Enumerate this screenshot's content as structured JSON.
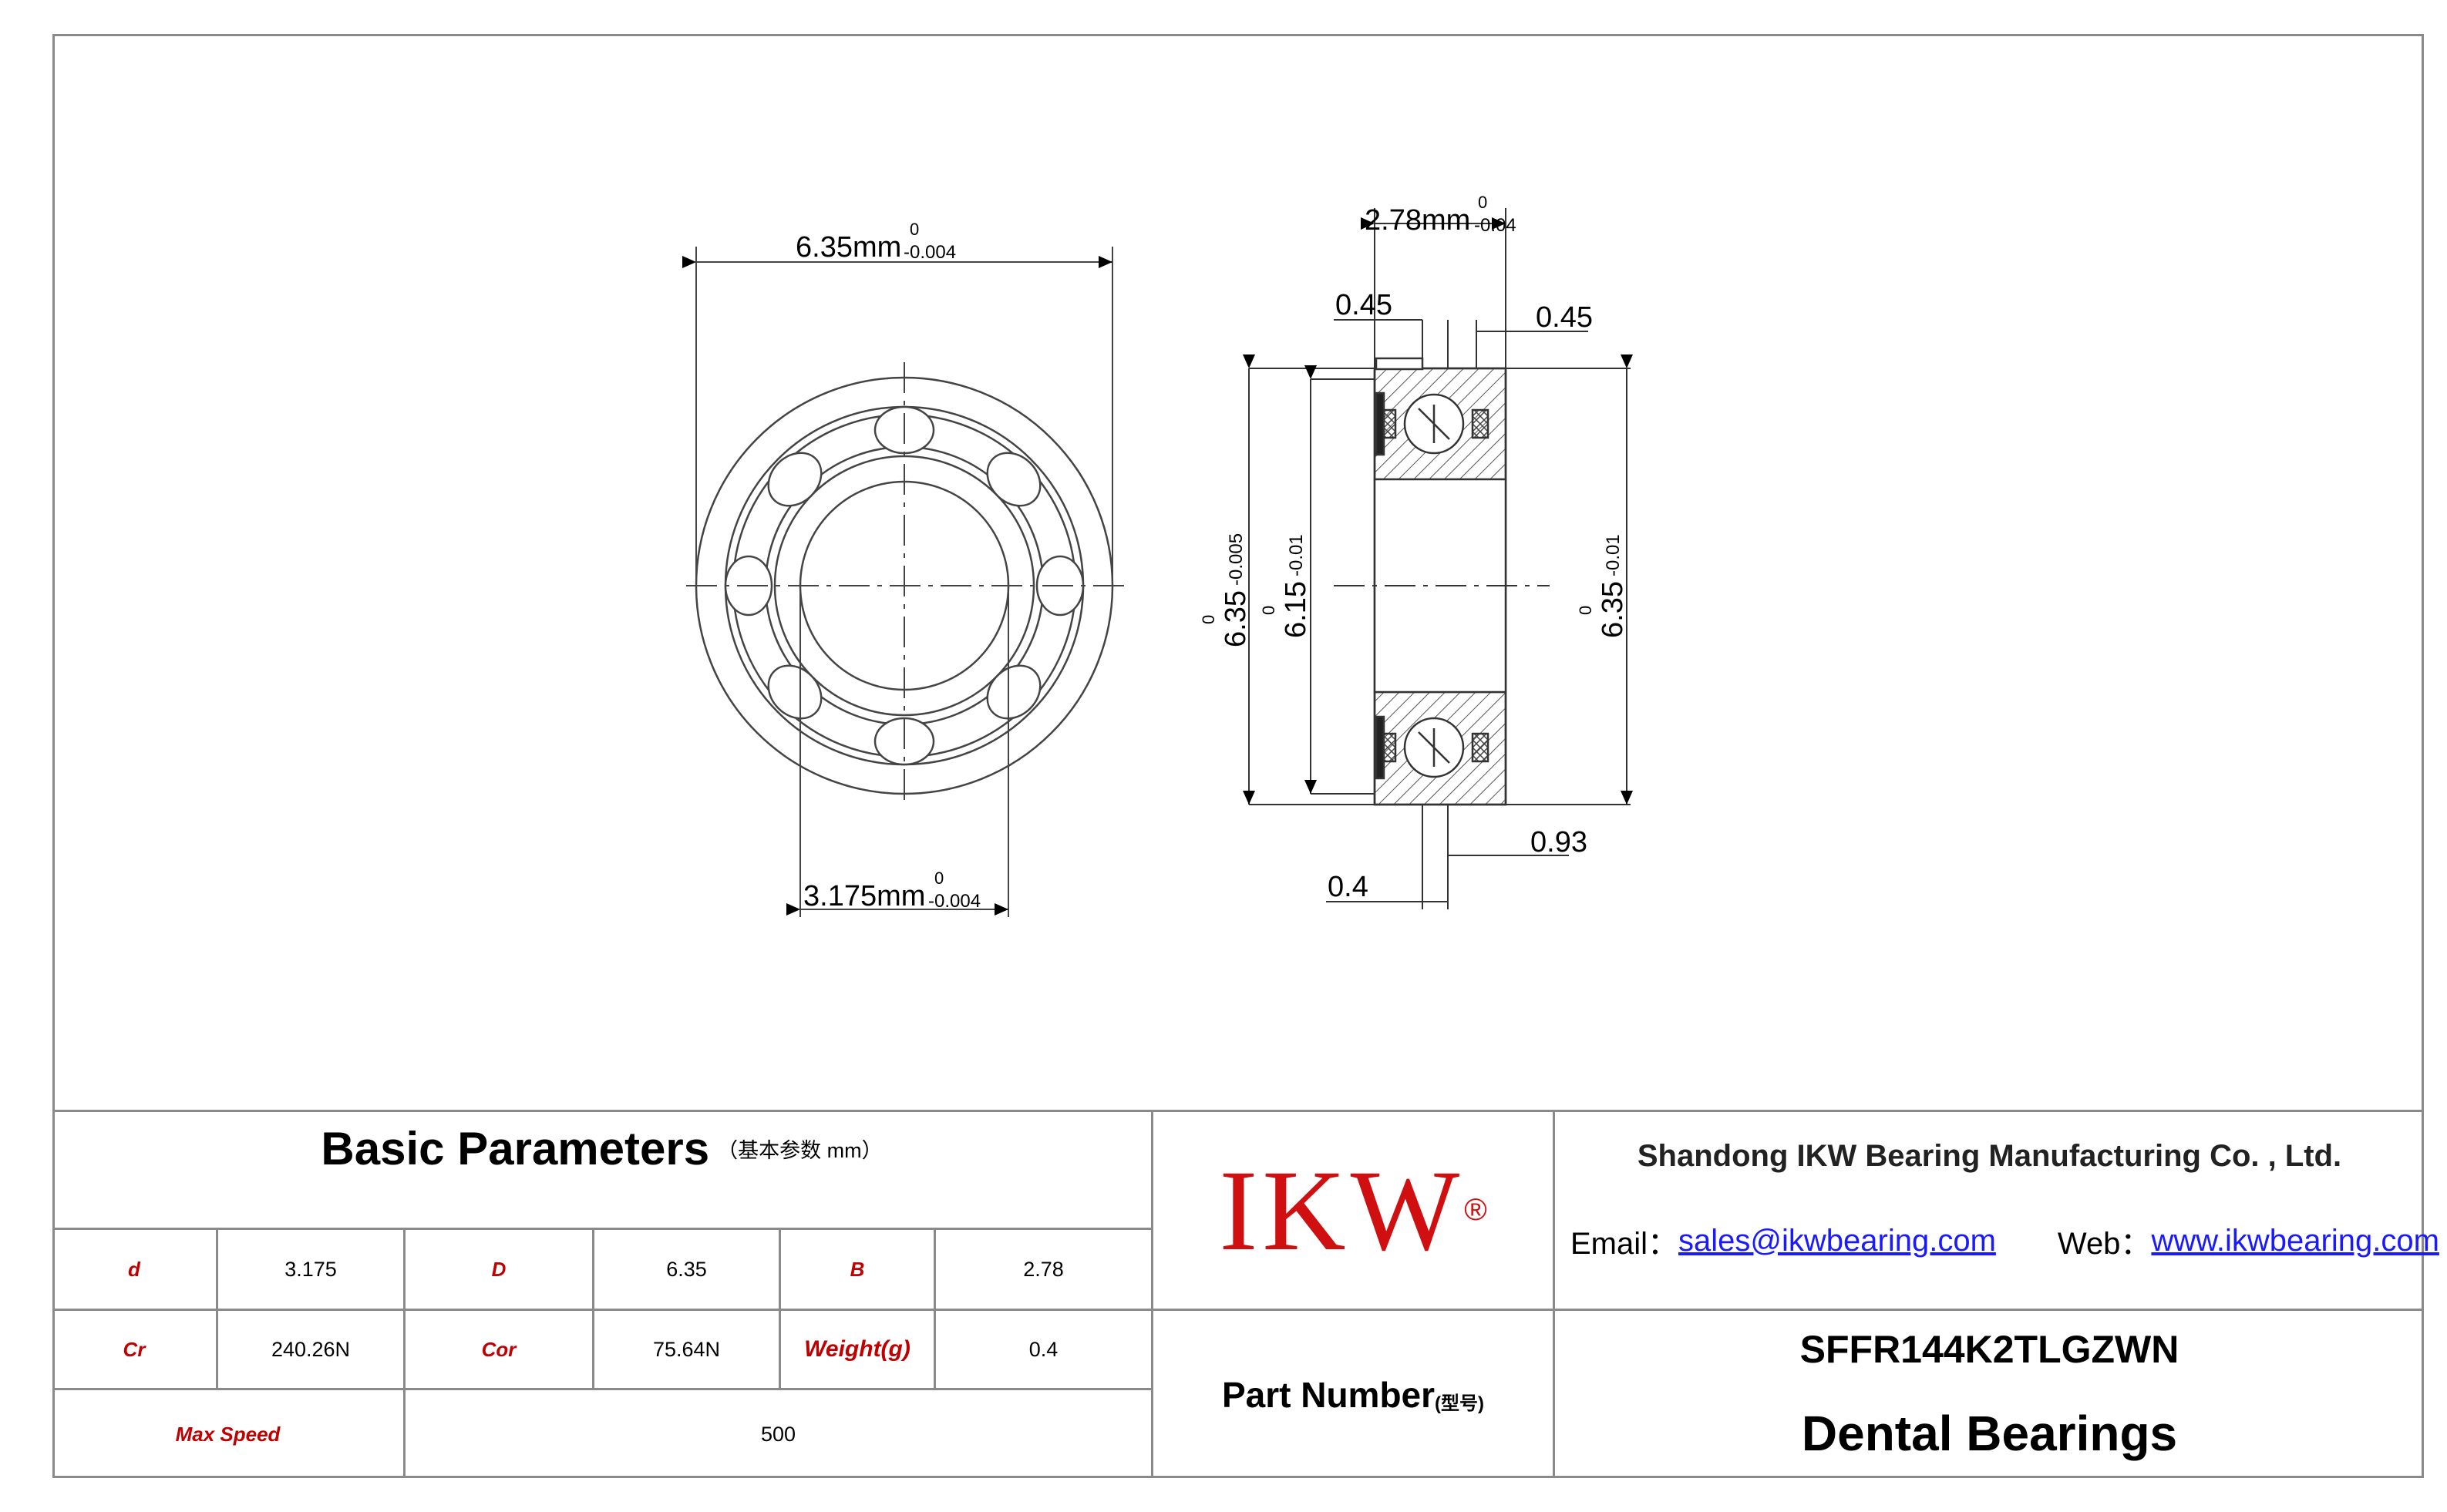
{
  "drawing": {
    "front_view": {
      "outer_diameter_label": "6.35mm",
      "outer_diameter_tol_upper": "0",
      "outer_diameter_tol_lower": "-0.004",
      "bore_label": "3.175mm",
      "bore_tol_upper": "0",
      "bore_tol_lower": "-0.004"
    },
    "section_view": {
      "width_label": "2.78mm",
      "width_tol_upper": "0",
      "width_tol_lower": "-0.04",
      "left_groove": "0.45",
      "right_groove": "0.45",
      "outer_dia_left": "6.35",
      "outer_dia_left_tol_upper": "0",
      "outer_dia_left_tol_lower": "-0.005",
      "inner_dia": "6.15",
      "inner_dia_tol_upper": "0",
      "inner_dia_tol_lower": "-0.01",
      "outer_dia_right": "6.35",
      "outer_dia_right_tol_upper": "0",
      "outer_dia_right_tol_lower": "-0.01",
      "offset_093": "0.93",
      "offset_04": "0.4"
    }
  },
  "params": {
    "title": "Basic Parameters",
    "title_sub": "（基本参数 mm）",
    "d_label": "d",
    "d_value": "3.175",
    "D_label": "D",
    "D_value": "6.35",
    "B_label": "B",
    "B_value": "2.78",
    "cr_label": "Cr",
    "cr_value": "240.26N",
    "cor_label": "Cor",
    "cor_value": "75.64N",
    "weight_label": "Weight(g)",
    "weight_value": "0.4",
    "speed_label": "Max Speed",
    "speed_value": "500"
  },
  "brand": {
    "logo": "IKW",
    "registered": "®",
    "company": "Shandong IKW Bearing Manufacturing Co. , Ltd.",
    "email_label": "Email：",
    "email": "sales@ikwbearing.com",
    "web_label": "Web：",
    "web": "www.ikwbearing.com"
  },
  "part": {
    "label": "Part Number",
    "label_sub": "(型号)",
    "number": "SFFR144K2TLGZWN",
    "description": "Dental Bearings"
  }
}
